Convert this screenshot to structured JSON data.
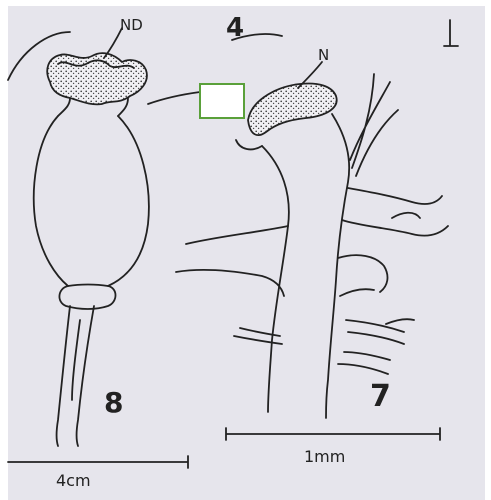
{
  "figure": {
    "labels": {
      "nd": "ND",
      "n": "N",
      "plate_number": "4",
      "fig8": "8",
      "fig7": "7"
    },
    "scale_bars": {
      "left": "4cm",
      "right": "1mm"
    },
    "colors": {
      "paper": "#e6e5ec",
      "ink": "#222222",
      "box_border": "#5aa03a"
    }
  }
}
